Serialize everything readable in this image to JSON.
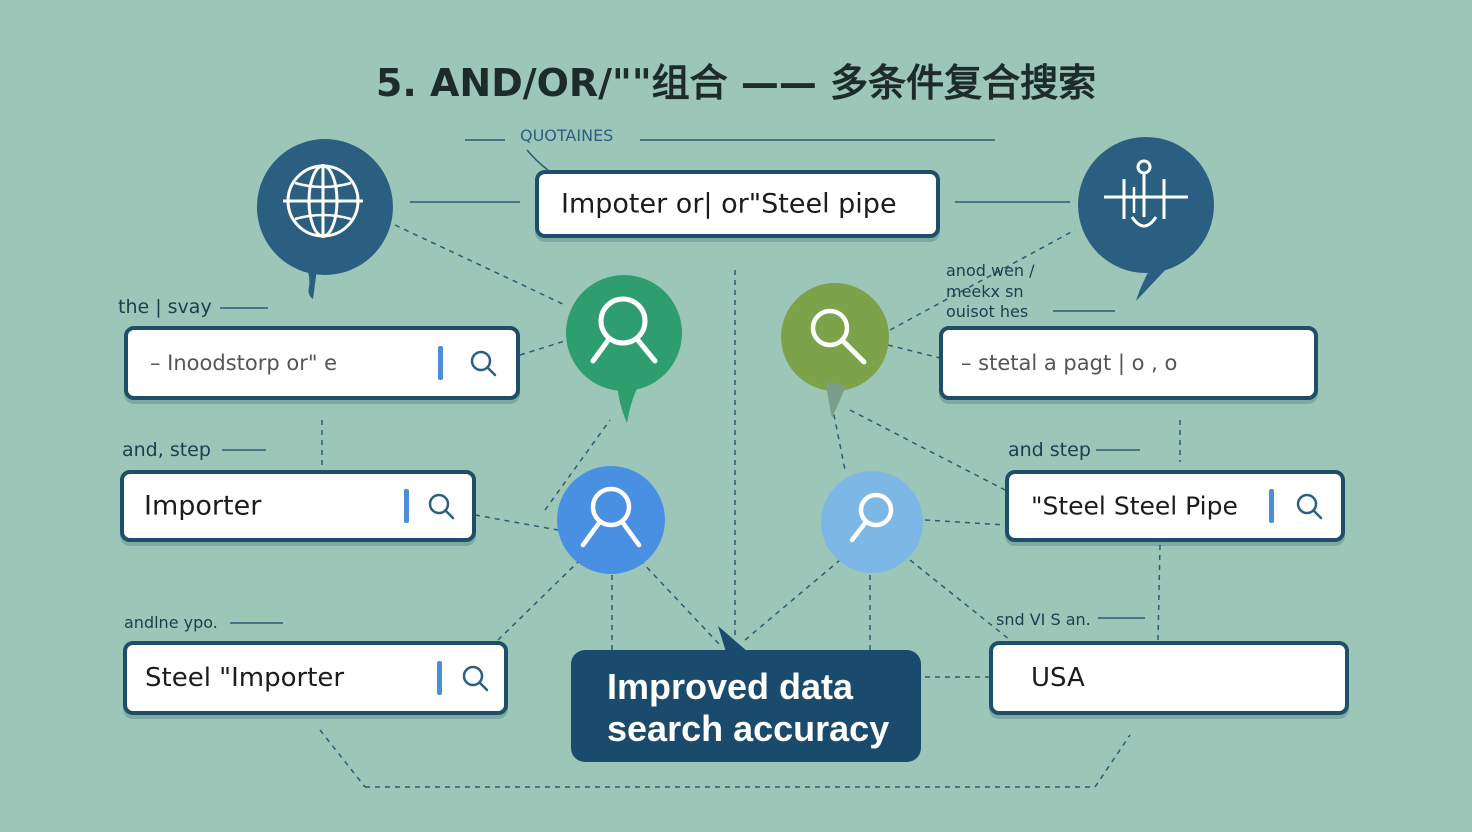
{
  "title": "5. AND/OR/\"\"组合 —— 多条件复合搜索",
  "top_label": "QUOTAINES",
  "main_query": "Impoter or| or\"Steel pipe",
  "left": {
    "label1": "the | svay",
    "box1_text": "–   Inoodstorp or\"   e",
    "label2": "and, step",
    "box2_text": "Importer",
    "label3": "andlne ypo.",
    "box3_text": "Steel  \"Importer"
  },
  "right": {
    "label1_line1": "anod wen /",
    "label1_line2": "meekx sn",
    "label1_line3": "ouisot hes",
    "box1_text": "–    stetal a pagt  |   o   , o",
    "label2": "and step",
    "box2_text": "\"Steel Steel Pipe",
    "label3": "snd VI S an.",
    "box3_text": "USA"
  },
  "result": {
    "line1": "Improved data",
    "line2": "search accuracy"
  },
  "icons": [
    "globe-icon",
    "structure-icon",
    "search-icon"
  ],
  "colors": {
    "background": "#9cc7b8",
    "navy": "#1f4e69",
    "green": "#2e9e6e",
    "olive": "#7da34a",
    "blue": "#4a90e2",
    "light_blue": "#7db7e6",
    "dark_bubble": "#2a5f82"
  }
}
